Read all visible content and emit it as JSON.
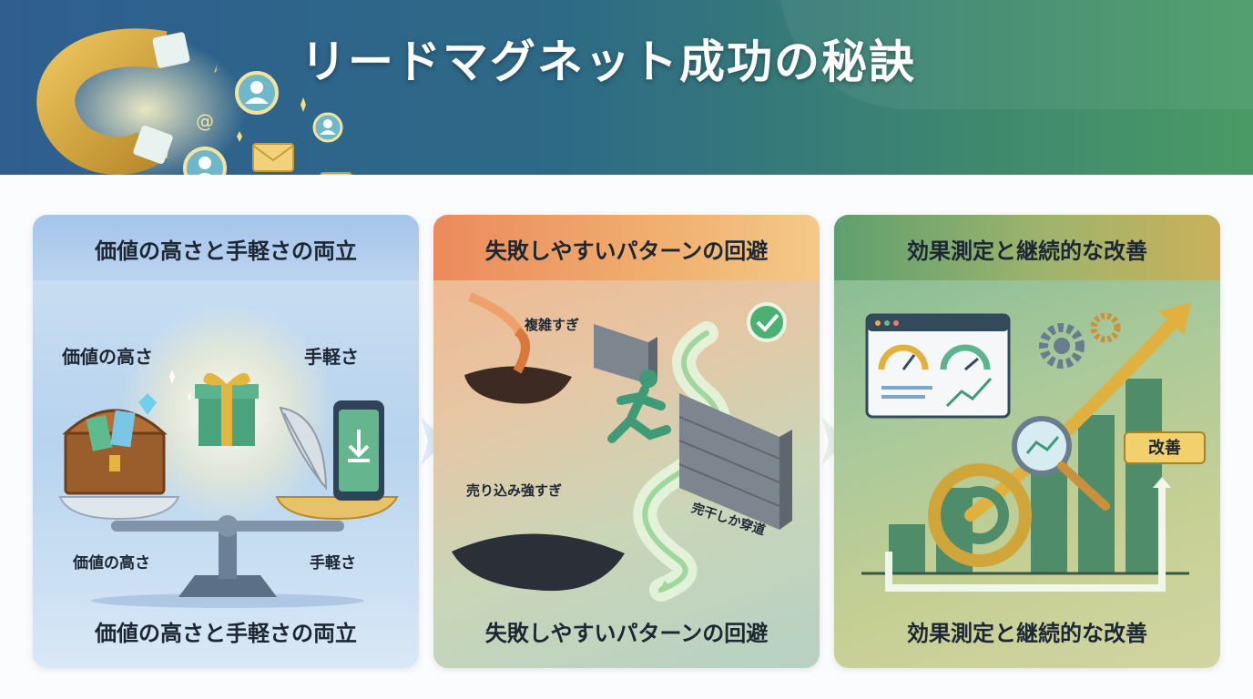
{
  "hero": {
    "title": "リードマグネット成功の秘訣",
    "icons": [
      "magnet-icon",
      "user-icon",
      "email-icon",
      "at-sign-icon",
      "sparkle-icon"
    ]
  },
  "panels": [
    {
      "heading": "価値の高さと手軽さの両立",
      "footer": "価値の高さと手軽さの両立",
      "labels": {
        "value_top": "価値の高さ",
        "ease_top": "手軽さ",
        "value_bottom": "価値の高さ",
        "ease_bottom": "手軽さ"
      },
      "icons": [
        "treasure-chest-icon",
        "gift-icon",
        "feather-icon",
        "smartphone-download-icon",
        "balance-scale-icon"
      ]
    },
    {
      "heading": "失敗しやすいパターンの回避",
      "footer": "失敗しやすいパターンの回避",
      "labels": {
        "too_complex": "複雑すぎ",
        "too_pushy": "売り込み強すぎ",
        "wall": "完干しか穿道"
      },
      "icons": [
        "hole-icon",
        "brick-wall-icon",
        "running-person-icon",
        "check-icon",
        "path-arrow-icon"
      ]
    },
    {
      "heading": "効果測定と継続的な改善",
      "footer": "効果測定と継続的な改善",
      "labels": {
        "improve": "改善"
      },
      "icons": [
        "dashboard-icon",
        "gauge-icon",
        "gear-icon",
        "magnifier-icon",
        "growth-arrow-icon",
        "target-icon",
        "cycle-arrow-icon"
      ]
    }
  ],
  "colors": {
    "hero_start": "#2f5e8f",
    "hero_end": "#4a9a66",
    "panel1": "#b7d3ee",
    "panel2_header": "#ec8a5c",
    "panel3_header": "#5f9f6f",
    "gold": "#d9a93a"
  }
}
